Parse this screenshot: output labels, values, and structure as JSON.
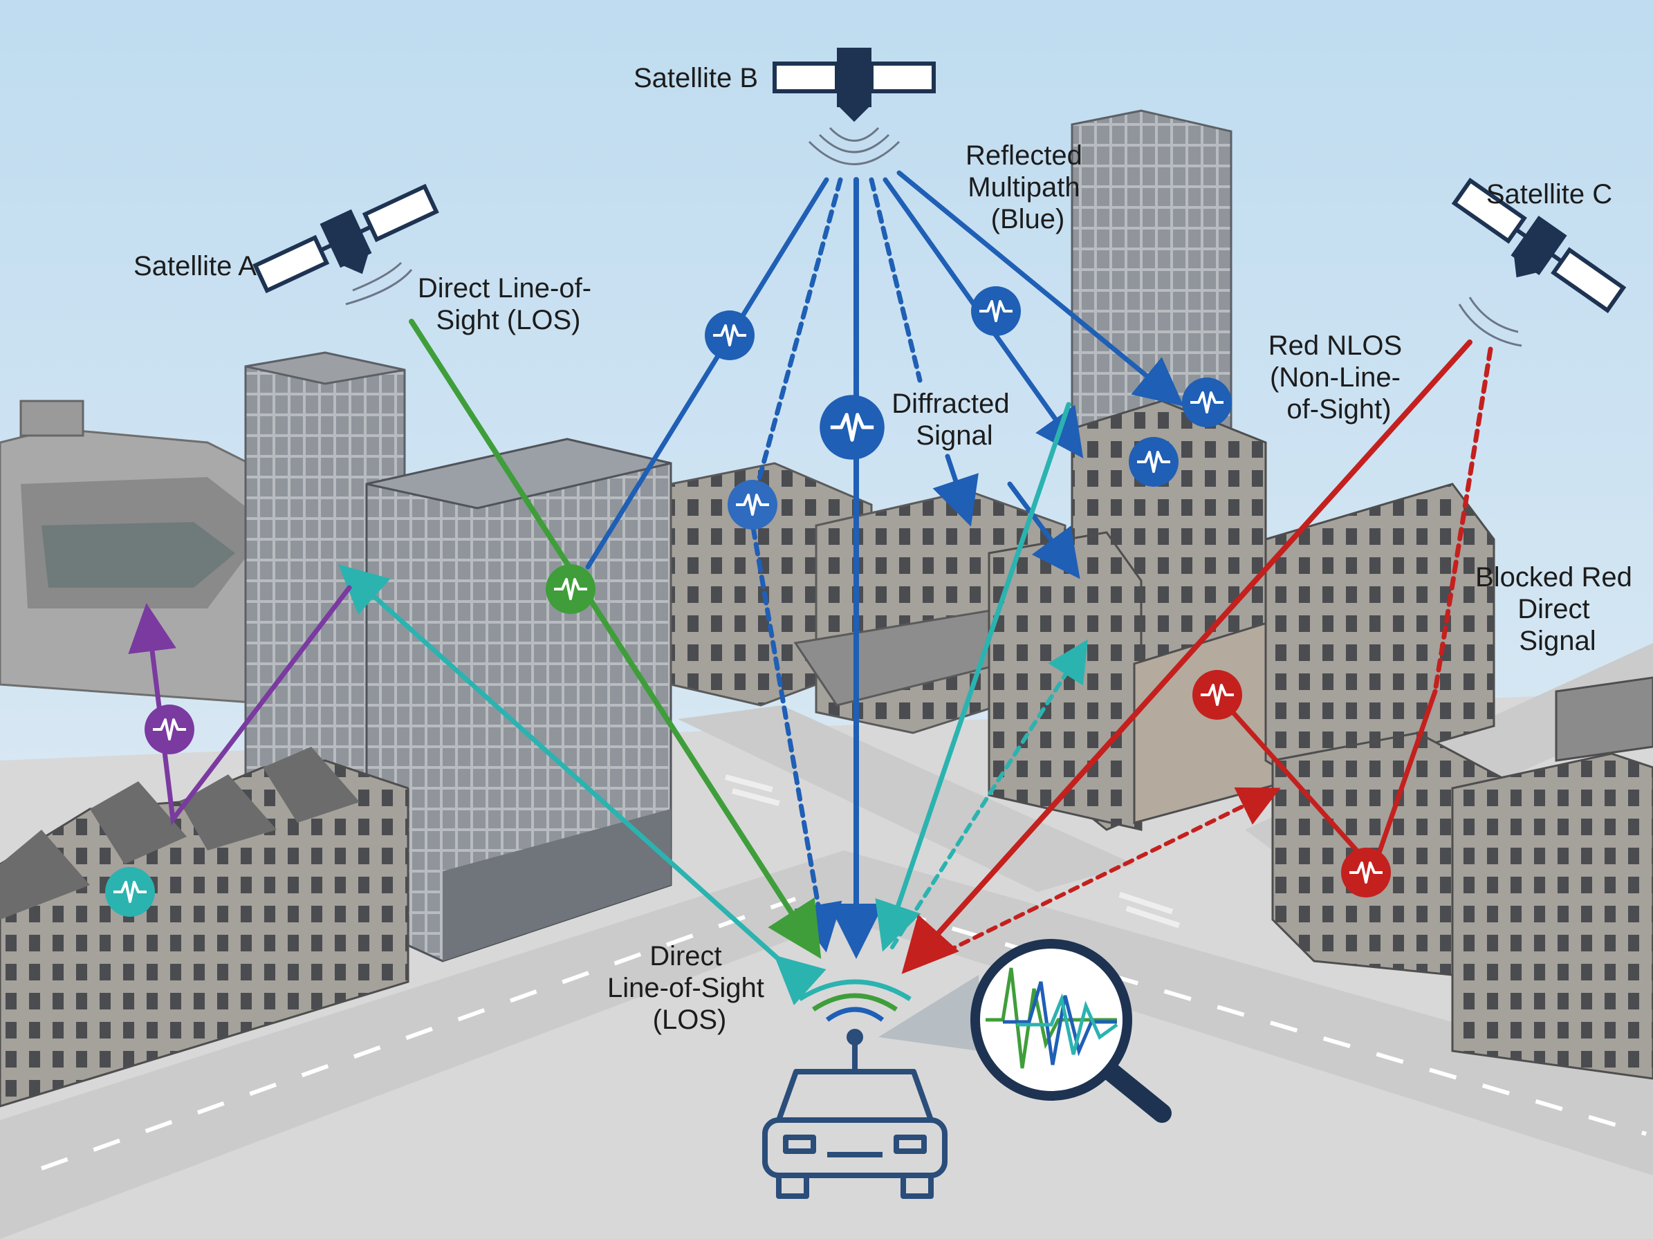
{
  "labels": {
    "satellite_a": "Satellite A",
    "satellite_b": "Satellite B",
    "satellite_c": "Satellite C",
    "direct_los_top": [
      "Direct Line-of-",
      "Sight (LOS)"
    ],
    "reflected_multipath": [
      "Reflected",
      "Multipath",
      "(Blue)"
    ],
    "diffracted_signal": [
      "Diffracted",
      "Signal"
    ],
    "red_nlos": [
      "Red NLOS",
      "(Non-Line-",
      "of-Sight)"
    ],
    "blocked_red": [
      "Blocked Red",
      "Direct",
      "Signal"
    ],
    "direct_los_bottom": [
      "Direct",
      "Line-of-Sight",
      "(LOS)"
    ]
  },
  "colors": {
    "sky_top": "#bfdcf0",
    "sky_bottom": "#e6eef5",
    "blue": "#1f5fb5",
    "green": "#3f9e3a",
    "teal": "#2bb3b0",
    "red": "#c4201e",
    "purple": "#7a3aa0",
    "navy": "#1e3352",
    "building_gray": "#9a9895",
    "road": "#cfcfcf"
  },
  "icons": {
    "satellite": "satellite-icon",
    "signal_marker": "waveform-icon",
    "receiver": "car-icon",
    "analyzer": "magnifier-icon"
  }
}
